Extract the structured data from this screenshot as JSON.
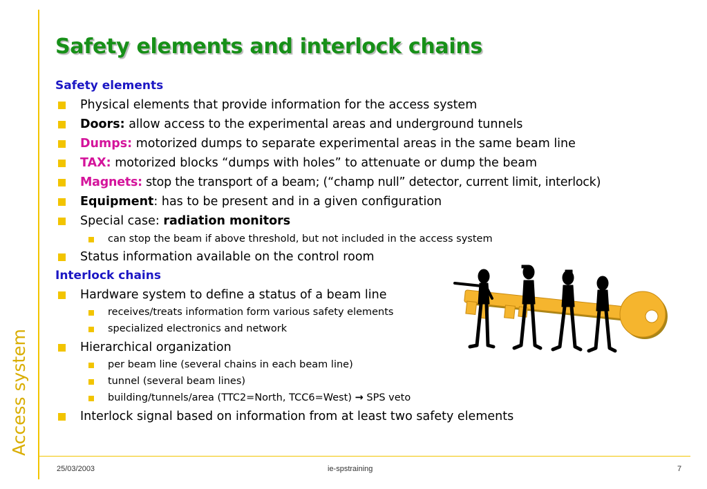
{
  "sidebar_title": "Access system",
  "title": "Safety elements and interlock chains",
  "sections": {
    "safety": {
      "heading": "Safety elements",
      "items": [
        {
          "text": "Physical elements that provide information for the access system"
        },
        {
          "label": "Doors:",
          "text": " allow access to the experimental areas and underground tunnels"
        },
        {
          "label": "Dumps:",
          "text": " motorized dumps to separate experimental areas in the same beam line"
        },
        {
          "label": "TAX:",
          "text": " motorized blocks “dumps with holes” to attenuate or dump the beam"
        },
        {
          "label": "Magnets:",
          "text": " stop the transport of a beam; (“champ null” detector, current limit, interlock)"
        },
        {
          "label": "Equipment",
          "text": ": has to be present and in a given configuration"
        },
        {
          "text": "Special case: ",
          "label": "radiation monitors"
        },
        {
          "sub": "can stop the beam if above threshold, but not included in the access system"
        },
        {
          "text": "Status information available on the control room"
        }
      ]
    },
    "interlock": {
      "heading": "Interlock chains",
      "items": [
        {
          "text": "Hardware system to define a status of a beam line"
        },
        {
          "sub": "receives/treats information form various safety elements"
        },
        {
          "sub": "specialized electronics and network"
        },
        {
          "text": "Hierarchical organization"
        },
        {
          "sub": "per beam line (several chains in each beam line)"
        },
        {
          "sub": "tunnel (several beam lines)"
        },
        {
          "sub": "building/tunnels/area (TTC2=North, TCC6=West) ",
          "arrow": "→",
          "sub_end": " SPS veto"
        },
        {
          "text": "Interlock signal based on information from at least two safety elements"
        }
      ]
    }
  },
  "footer": {
    "date": "25/03/2003",
    "center": "ie-spstraining",
    "page": "7"
  },
  "colors": {
    "accent": "#f2c400",
    "title": "#179018",
    "heading": "#1c17c4",
    "highlight": "#d4149b",
    "sidebar": "#d9ad00"
  },
  "clipart": {
    "icon": "people-carrying-key-icon"
  }
}
